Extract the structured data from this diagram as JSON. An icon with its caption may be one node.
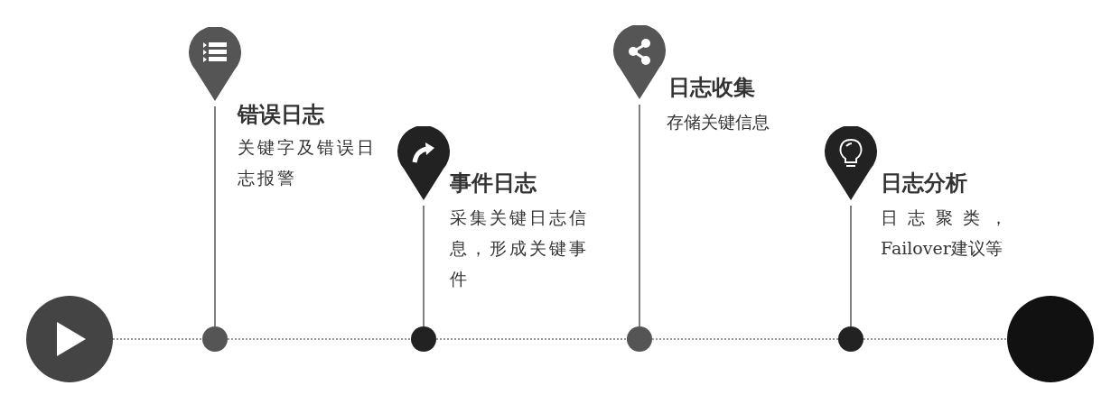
{
  "diagram": {
    "nodes": [
      {
        "text": [],
        "shape": "circle"
      },
      {
        "text": [],
        "shape": "pin",
        "beside": [
          "错误日志",
          "关键字及错误日志报警"
        ]
      },
      {
        "text": [],
        "shape": "circle"
      },
      {
        "text": [],
        "shape": "pin",
        "beside": [
          "事件日志",
          "采集关键日志信息，形成关键事件"
        ]
      },
      {
        "text": [],
        "shape": "circle"
      },
      {
        "text": [],
        "shape": "pin",
        "beside": [
          "日志收集",
          "存储关键信息"
        ]
      },
      {
        "text": [],
        "shape": "circle"
      },
      {
        "text": [],
        "shape": "pin",
        "beside": [
          "日志分析",
          "日志聚类，Failover建议等"
        ]
      },
      {
        "text": [],
        "shape": "circle"
      },
      {
        "text": [],
        "shape": "circle"
      }
    ],
    "edges": [
      {
        "from": 0,
        "to": 2,
        "arrow": "none",
        "style": "dashed"
      },
      {
        "from": 2,
        "to": 4,
        "arrow": "none",
        "style": "dashed"
      },
      {
        "from": 4,
        "to": 6,
        "arrow": "none",
        "style": "dashed"
      },
      {
        "from": 6,
        "to": 8,
        "arrow": "none",
        "style": "dashed"
      },
      {
        "from": 8,
        "to": 9,
        "arrow": "none",
        "style": "dashed"
      },
      {
        "from": 1,
        "to": 2,
        "arrow": "none"
      },
      {
        "from": 3,
        "to": 4,
        "arrow": "none"
      },
      {
        "from": 5,
        "to": 6,
        "arrow": "none"
      },
      {
        "from": 7,
        "to": 8,
        "arrow": "none"
      }
    ]
  }
}
